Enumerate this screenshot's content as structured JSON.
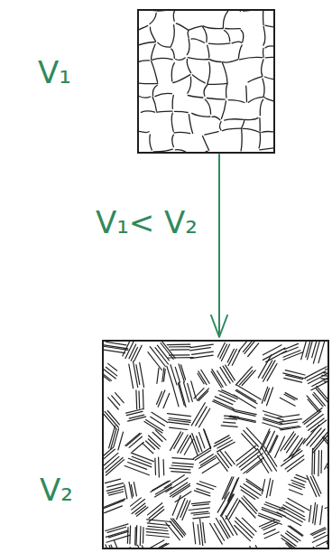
{
  "diagram": {
    "nodes": [
      {
        "text": [
          "V₁"
        ]
      },
      {
        "text": [
          "V₂"
        ]
      }
    ],
    "edges": [
      {
        "from": 0,
        "to": 1,
        "arrow": "to",
        "label": "V₁< V₂"
      }
    ]
  }
}
